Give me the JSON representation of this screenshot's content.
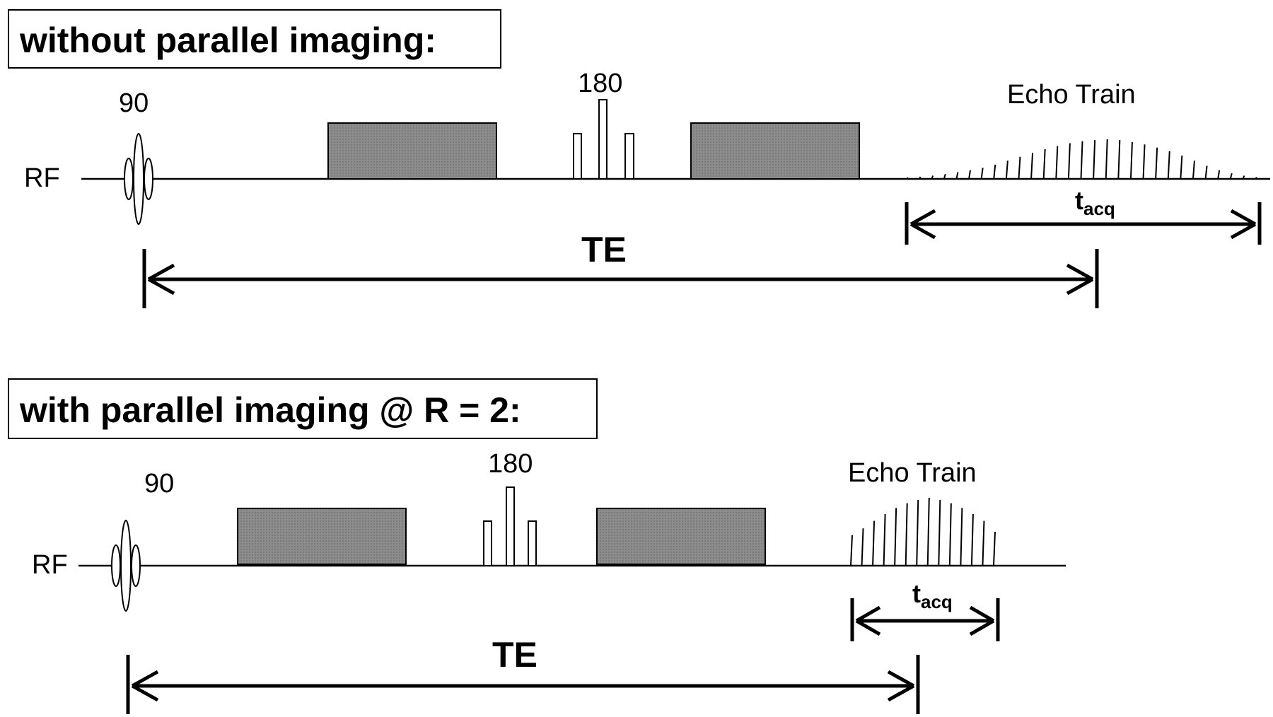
{
  "panels": [
    {
      "id": "without",
      "heading": "without parallel imaging:",
      "rf_label": "RF",
      "pulse_90_label": "90",
      "pulse_180_label": "180",
      "echo_train_label": "Echo Train",
      "te_label": "TE",
      "tacq_main": "t",
      "tacq_sub": "acq",
      "echo_heights": [
        0.03,
        0.05,
        0.08,
        0.12,
        0.17,
        0.22,
        0.28,
        0.36,
        0.46,
        0.56,
        0.66,
        0.75,
        0.83,
        0.9,
        0.95,
        0.98,
        1.0,
        0.98,
        0.93,
        0.87,
        0.79,
        0.7,
        0.59,
        0.46,
        0.33,
        0.22,
        0.14,
        0.08,
        0.04
      ]
    },
    {
      "id": "with",
      "heading": "with parallel imaging @ R = 2:",
      "rf_label": "RF",
      "pulse_90_label": "90",
      "pulse_180_label": "180",
      "echo_train_label": "Echo Train",
      "te_label": "TE",
      "tacq_main": "t",
      "tacq_sub": "acq",
      "echo_heights": [
        0.45,
        0.55,
        0.66,
        0.76,
        0.85,
        0.92,
        0.97,
        1.0,
        0.97,
        0.92,
        0.85,
        0.76,
        0.66,
        0.5
      ]
    }
  ],
  "colors": {
    "gradient_fill": "#8a8a8a",
    "line": "#000000",
    "background": "#ffffff"
  }
}
